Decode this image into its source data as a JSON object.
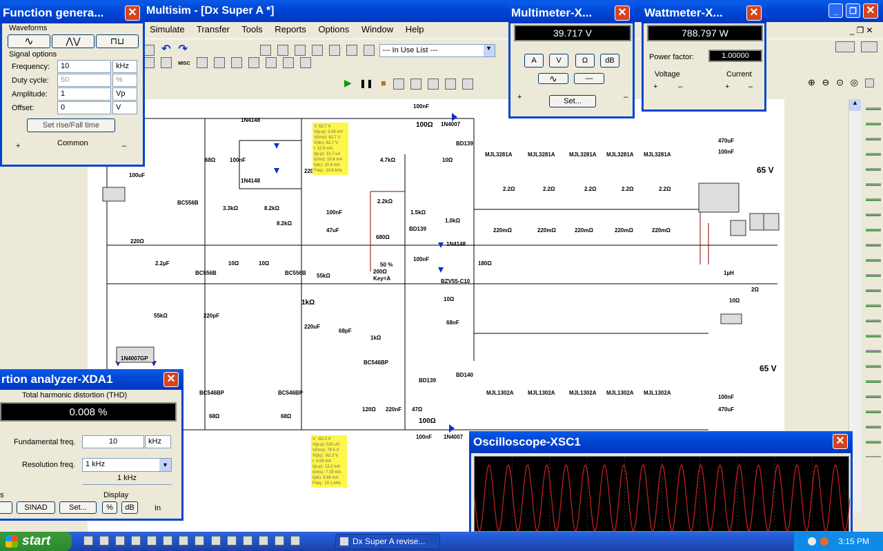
{
  "main_window": {
    "title": "Multisim - [Dx Super A *]",
    "menu": [
      "Simulate",
      "Transfer",
      "Tools",
      "Reports",
      "Options",
      "Window",
      "Help"
    ],
    "in_use_list": "--- In Use List ---"
  },
  "function_generator": {
    "title": "Function genera...",
    "waveforms_label": "Waveforms",
    "signal_options_label": "Signal options",
    "rows": [
      {
        "label": "Frequency:",
        "value": "10",
        "unit": "kHz"
      },
      {
        "label": "Duty cycle:",
        "value": "50",
        "unit": "%"
      },
      {
        "label": "Amplitude:",
        "value": "1",
        "unit": "Vp"
      },
      {
        "label": "Offset:",
        "value": "0",
        "unit": "V"
      }
    ],
    "rise_fall_button": "Set rise/Fall time",
    "plus": "+",
    "common": "Common",
    "minus": "–"
  },
  "multimeter": {
    "title": "Multimeter-X...",
    "reading": "39.717 V",
    "modes": [
      "A",
      "V",
      "Ω",
      "dB"
    ],
    "set_button": "Set...",
    "plus": "+",
    "minus": "–"
  },
  "wattmeter": {
    "title": "Wattmeter-X...",
    "reading": "788.797 W",
    "power_factor_label": "Power factor:",
    "power_factor_value": "1.00000",
    "voltage_label": "Voltage",
    "current_label": "Current",
    "plus": "+",
    "minus": "–"
  },
  "distortion_analyzer": {
    "title": "rtion analyzer-XDA1",
    "thd_label": "Total harmonic distortion (THD)",
    "thd_value": "0.008 %",
    "fundamental_label": "Fundamental freq.",
    "fundamental_value": "10",
    "fundamental_unit": "kHz",
    "resolution_label": "Resolution freq.",
    "resolution_value": "1 kHz",
    "resolution_readout": "1 kHz",
    "display_label": "Display",
    "controls_label_fragment": "s",
    "sinad_button": "SINAD",
    "set_button": "Set...",
    "percent_button": "%",
    "db_button": "dB",
    "in_label": "In"
  },
  "oscilloscope": {
    "title": "Oscilloscope-XSC1",
    "trace_color": "#c02020",
    "screen_color": "#000000"
  },
  "schematic": {
    "supply_top": "65 V",
    "supply_bottom": "65 V",
    "labels": [
      "100nF",
      "100Ω",
      "1N4007",
      "1N4148",
      "1N4148",
      "68Ω",
      "100nF",
      "BD139",
      "4.7kΩ",
      "10Ω",
      "MJL3281A",
      "MJL3281A",
      "MJL3281A",
      "MJL3281A",
      "MJL3281A",
      "470uF",
      "100nF",
      "100uF",
      "BC556B",
      "3.3kΩ",
      "8.2kΩ",
      "8.2kΩ",
      "2.2kΩ",
      "1.5kΩ",
      "BD139",
      "1.0kΩ",
      "1N4148",
      "2.2Ω",
      "2.2Ω",
      "2.2Ω",
      "2.2Ω",
      "2.2Ω",
      "220mΩ",
      "220mΩ",
      "220mΩ",
      "220mΩ",
      "220mΩ",
      "220Ω",
      "2.2µF",
      "10Ω",
      "10Ω",
      "BC556B",
      "BC556B",
      "55kΩ",
      "680Ω",
      "200Ω",
      "Key=A",
      "100nF",
      "BZV55-C10",
      "180Ω",
      "1µH",
      "2Ω",
      "10Ω",
      "1kΩ",
      "55kΩ",
      "220pF",
      "220uF",
      "68pF",
      "1kΩ",
      "10Ω",
      "68nF",
      "1N4007GP",
      "BC546BP",
      "BD139",
      "BD140",
      "BC546BP",
      "BC546BP",
      "68Ω",
      "68Ω",
      "120Ω",
      "220nF",
      "47Ω",
      "100Ω",
      "1N4007",
      "100nF",
      "MJL1302A",
      "MJL1302A",
      "MJL1302A",
      "MJL1302A",
      "MJL1302A",
      "100nF",
      "470uF",
      "47uF",
      "100nF",
      "220",
      "50 %"
    ],
    "probe_top_lines": [
      "V: 62.7 V",
      "V(p-p): 3.06 mV",
      "V(rms): 62.7 V",
      "V(dc): 62.7 V",
      "I: 10.6 mA",
      "I(p-p): 13.7 uA",
      "I(rms): 10.6 mA",
      "I(dc): 10.6 mA",
      "Freq.: 10.6 kHz"
    ],
    "probe_bottom_lines": [
      "V: -62.3 V",
      "V(p-p): 530 uV",
      "V(rms): 79.5 V",
      "V(dc): -62.3 V",
      "I: 4.56 mA",
      "I(p-p): 13.2 mA",
      "I(rms): 7.35 mA",
      "I(dc): 6.89 mA",
      "Freq.: 10.1 kHz"
    ]
  },
  "taskbar": {
    "start": "start",
    "task": "Dx Super A revise...",
    "time": "3:15 PM"
  }
}
